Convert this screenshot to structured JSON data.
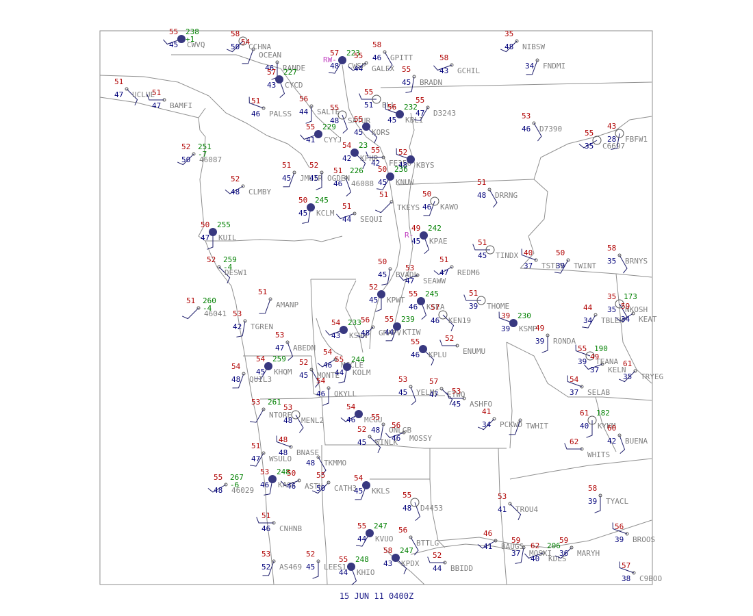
{
  "map": {
    "timestamp": "15 JUN 11  0400Z",
    "colors": {
      "temperature": "#b00000",
      "dewpoint": "#00007a",
      "pressure": "#008000",
      "station_id": "#808080",
      "weather": "#c040c0",
      "station_marker": "#383880"
    },
    "stations": [
      {
        "id": "CWVQ",
        "temp": "55",
        "dew": "45",
        "pres": "238",
        "trend": "+1"
      },
      {
        "id": "CCHNA",
        "temp": "58",
        "dew": "50"
      },
      {
        "id": "OCEAN",
        "temp": "54",
        "dew": ""
      },
      {
        "id": "RANDE",
        "temp": "",
        "dew": "46"
      },
      {
        "id": "CYCD",
        "temp": "57",
        "dew": "43",
        "pres": "227"
      },
      {
        "id": "UCLUE",
        "temp": "51",
        "dew": "47"
      },
      {
        "id": "BAMFI",
        "temp": "51",
        "dew": "47"
      },
      {
        "id": "PALSS",
        "temp": "51",
        "dew": "46"
      },
      {
        "id": "CWSP",
        "temp": "57",
        "dew": "48",
        "pres": "223",
        "weather": "RW-"
      },
      {
        "id": "GPITT",
        "temp": "58",
        "dew": "46"
      },
      {
        "id": "GALEX",
        "temp": "55",
        "dew": "44"
      },
      {
        "id": "BRADN",
        "temp": "55",
        "dew": "45"
      },
      {
        "id": "GCHIL",
        "temp": "58",
        "dew": "43"
      },
      {
        "id": "NIBSW",
        "temp": "35",
        "dew": "48"
      },
      {
        "id": "FNDMI",
        "temp": "",
        "dew": "34"
      },
      {
        "id": "SALTE",
        "temp": "56",
        "dew": "44"
      },
      {
        "id": "SATUR",
        "temp": "55",
        "dew": "48"
      },
      {
        "id": "KORS",
        "temp": "55",
        "dew": "45"
      },
      {
        "id": "BLL",
        "temp": "55",
        "dew": "51"
      },
      {
        "id": "KBLI",
        "temp": "56",
        "dew": "45",
        "pres": "232"
      },
      {
        "id": "D3243",
        "temp": "55",
        "dew": "47"
      },
      {
        "id": "D7390",
        "temp": "53",
        "dew": "46"
      },
      {
        "id": "C6697",
        "temp": "55",
        "dew": "35"
      },
      {
        "id": "FBFW1",
        "temp": "43",
        "dew": "28"
      },
      {
        "id": "CYYJ",
        "temp": "55",
        "dew": "41",
        "pres": "229"
      },
      {
        "id": "46087",
        "temp": "52",
        "dew": "50",
        "pres": "251",
        "trend": "-7"
      },
      {
        "id": "JMUIR",
        "temp": "51",
        "dew": "45"
      },
      {
        "id": "OGDEN",
        "temp": "52",
        "dew": "45"
      },
      {
        "id": "46088",
        "temp": "51",
        "dew": "46",
        "pres": "226"
      },
      {
        "id": "KFHR",
        "temp": "54",
        "dew": "42",
        "pres": "23"
      },
      {
        "id": "FE356",
        "temp": "55",
        "dew": "42"
      },
      {
        "id": "KBYS",
        "temp": "52",
        "dew": "48"
      },
      {
        "id": "KNUW",
        "temp": "50",
        "dew": "45",
        "pres": "236"
      },
      {
        "id": "DRRNG",
        "temp": "51",
        "dew": "48"
      },
      {
        "id": "CLMBY",
        "temp": "52",
        "dew": "48"
      },
      {
        "id": "KCLM",
        "temp": "50",
        "dew": "45",
        "pres": "245"
      },
      {
        "id": "SEQUI",
        "temp": "51",
        "dew": "44"
      },
      {
        "id": "TKEYS",
        "temp": "51",
        "dew": ""
      },
      {
        "id": "KAWO",
        "temp": "50",
        "dew": "46"
      },
      {
        "id": "KUIL",
        "temp": "50",
        "dew": "47",
        "pres": "255"
      },
      {
        "id": "KPAE",
        "temp": "49",
        "dew": "45",
        "pres": "242",
        "weather": "R-"
      },
      {
        "id": "DESW1",
        "temp": "52",
        "dew": "",
        "pres": "259",
        "trend": "-4"
      },
      {
        "id": "TINDX",
        "temp": "51",
        "dew": "45"
      },
      {
        "id": "TSTEV",
        "temp": "40",
        "dew": "37"
      },
      {
        "id": "TWINT",
        "temp": "50",
        "dew": "39"
      },
      {
        "id": "BRNYS",
        "temp": "58",
        "dew": "35"
      },
      {
        "id": "REDM6",
        "temp": "51",
        "dew": "47"
      },
      {
        "id": "BVADL",
        "temp": "50",
        "dew": "45"
      },
      {
        "id": "SEAWW",
        "temp": "53",
        "dew": "47"
      },
      {
        "id": "46041",
        "temp": "51",
        "dew": "",
        "pres": "260",
        "trend": "-4"
      },
      {
        "id": "AMANP",
        "temp": "51",
        "dew": ""
      },
      {
        "id": "KPWT",
        "temp": "52",
        "dew": "45"
      },
      {
        "id": "KSEA",
        "temp": "55",
        "dew": "46",
        "pres": "245"
      },
      {
        "id": "KEN19",
        "temp": "57",
        "dew": "46"
      },
      {
        "id": "THOME",
        "temp": "51",
        "dew": "39"
      },
      {
        "id": "KSMP",
        "temp": "39",
        "dew": "39",
        "pres": "230"
      },
      {
        "id": "TBLEH",
        "temp": "44",
        "dew": "34"
      },
      {
        "id": "NKOSH",
        "temp": "35",
        "dew": "35",
        "pres": "173"
      },
      {
        "id": "KEAT",
        "temp": "59",
        "dew": "34"
      },
      {
        "id": "TGREN",
        "temp": "53",
        "dew": "42"
      },
      {
        "id": "KSHN",
        "temp": "54",
        "dew": "43",
        "pres": "233"
      },
      {
        "id": "GRAPV",
        "temp": "56",
        "dew": "48"
      },
      {
        "id": "KTIW",
        "temp": "55",
        "dew": "44",
        "pres": "239"
      },
      {
        "id": "RONDA",
        "temp": "49",
        "dew": "39"
      },
      {
        "id": "ABEDN",
        "temp": "53",
        "dew": "47"
      },
      {
        "id": "KPLU",
        "temp": "55",
        "dew": "46"
      },
      {
        "id": "ENUMU",
        "temp": "52",
        "dew": ""
      },
      {
        "id": "TEANA",
        "temp": "55",
        "dew": "39",
        "pres": "190"
      },
      {
        "id": "KHQM",
        "temp": "54",
        "dew": "45",
        "pres": "259"
      },
      {
        "id": "MONTE",
        "temp": "52",
        "dew": "45"
      },
      {
        "id": "MCCLE",
        "temp": "54",
        "dew": "46"
      },
      {
        "id": "KOLM",
        "temp": "55",
        "dew": "44",
        "pres": "244"
      },
      {
        "id": "KELN",
        "temp": "49",
        "dew": "37"
      },
      {
        "id": "TRYEG",
        "temp": "61",
        "dew": "35"
      },
      {
        "id": "QUIL3",
        "temp": "54",
        "dew": "48"
      },
      {
        "id": "OKYLL",
        "temp": "54",
        "dew": "46"
      },
      {
        "id": "YELMC",
        "temp": "53",
        "dew": "45"
      },
      {
        "id": "ETWO",
        "temp": "57",
        "dew": "47"
      },
      {
        "id": "ASHFO",
        "temp": "53",
        "dew": "45"
      },
      {
        "id": "SELAB",
        "temp": "54",
        "dew": "37"
      },
      {
        "id": "NTORE",
        "temp": "53",
        "dew": "",
        "pres": "261"
      },
      {
        "id": "MENL2",
        "temp": "53",
        "dew": "48"
      },
      {
        "id": "MCGU",
        "temp": "54",
        "dew": "46"
      },
      {
        "id": "ONLGB",
        "temp": "55",
        "dew": "48"
      },
      {
        "id": "MOSSY",
        "temp": "56",
        "dew": "46"
      },
      {
        "id": "PCKWD",
        "temp": "41",
        "dew": "34"
      },
      {
        "id": "TWHIT",
        "temp": "",
        "dew": ""
      },
      {
        "id": "KYKM",
        "temp": "61",
        "dew": "40",
        "pres": "182"
      },
      {
        "id": "BUENA",
        "temp": "60",
        "dew": "42"
      },
      {
        "id": "WINLK",
        "temp": "52",
        "dew": "45"
      },
      {
        "id": "WHITS",
        "temp": "62",
        "dew": ""
      },
      {
        "id": "BNASE",
        "temp": "48",
        "dew": "48"
      },
      {
        "id": "WSULO",
        "temp": "51",
        "dew": "47"
      },
      {
        "id": "TKMMO",
        "temp": "",
        "dew": "48"
      },
      {
        "id": "46029",
        "temp": "55",
        "dew": "48",
        "pres": "267",
        "trend": "-6"
      },
      {
        "id": "KAST",
        "temp": "53",
        "dew": "46",
        "pres": "248"
      },
      {
        "id": "ASTH",
        "temp": "50",
        "dew": "46"
      },
      {
        "id": "CATH3",
        "temp": "55",
        "dew": "50"
      },
      {
        "id": "KKLS",
        "temp": "54",
        "dew": "45"
      },
      {
        "id": "TYACL",
        "temp": "58",
        "dew": "39"
      },
      {
        "id": "D4453",
        "temp": "55",
        "dew": "48"
      },
      {
        "id": "TROU4",
        "temp": "53",
        "dew": "41"
      },
      {
        "id": "CNHNB",
        "temp": "51",
        "dew": "46"
      },
      {
        "id": "BROOS",
        "temp": "56",
        "dew": "39"
      },
      {
        "id": "KVUO",
        "temp": "55",
        "dew": "44",
        "pres": "247"
      },
      {
        "id": "BTTLG",
        "temp": "56",
        "dew": ""
      },
      {
        "id": "BAUGS",
        "temp": "46",
        "dew": "41"
      },
      {
        "id": "MOSXI",
        "temp": "59",
        "dew": "37"
      },
      {
        "id": "KDLS",
        "temp": "62",
        "dew": "40",
        "pres": "206"
      },
      {
        "id": "MARYH",
        "temp": "59",
        "dew": "36"
      },
      {
        "id": "AS469",
        "temp": "53",
        "dew": "52"
      },
      {
        "id": "LEES1",
        "temp": "52",
        "dew": "45"
      },
      {
        "id": "KHIO",
        "temp": "55",
        "dew": "44",
        "pres": "248"
      },
      {
        "id": "KPDX",
        "temp": "58",
        "dew": "43",
        "pres": "247"
      },
      {
        "id": "BBIDD",
        "temp": "52",
        "dew": "44"
      },
      {
        "id": "C9BOO",
        "temp": "57",
        "dew": "38"
      }
    ]
  }
}
